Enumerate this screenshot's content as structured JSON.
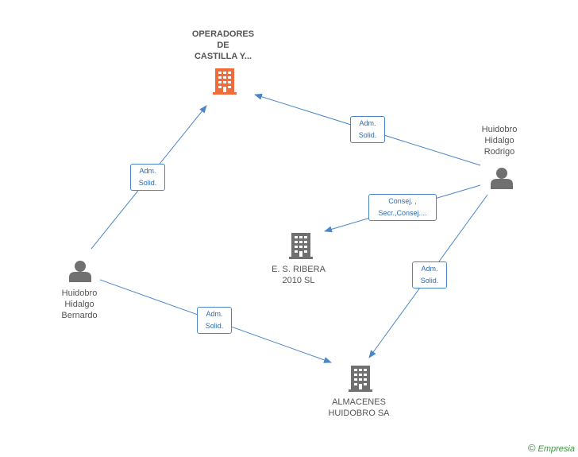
{
  "nodes": {
    "operadores": {
      "label_lines": [
        "OPERADORES",
        "DE",
        "CASTILLA Y..."
      ],
      "color": "#f26b3a"
    },
    "ribera": {
      "label_lines": [
        "E. S. RIBERA",
        "2010 SL"
      ],
      "color": "#707070"
    },
    "almacenes": {
      "label_lines": [
        "ALMACENES",
        "HUIDOBRO SA"
      ],
      "color": "#707070"
    },
    "rodrigo": {
      "label_lines": [
        "Huidobro",
        "Hidalgo",
        "Rodrigo"
      ],
      "color": "#707070"
    },
    "bernardo": {
      "label_lines": [
        "Huidobro",
        "Hidalgo",
        "Bernardo"
      ],
      "color": "#707070"
    }
  },
  "edges": [
    {
      "id": "rodrigo-operadores",
      "label_lines": [
        "Adm.",
        "Solid."
      ]
    },
    {
      "id": "bernardo-operadores",
      "label_lines": [
        "Adm.",
        "Solid."
      ]
    },
    {
      "id": "rodrigo-ribera",
      "label_lines": [
        "Consej. ,",
        "Secr.,Consej...."
      ]
    },
    {
      "id": "rodrigo-almacenes",
      "label_lines": [
        "Adm.",
        "Solid."
      ]
    },
    {
      "id": "bernardo-almacenes",
      "label_lines": [
        "Adm.",
        "Solid."
      ]
    }
  ],
  "edge_color": "#4a86c8",
  "footer": {
    "copyright": "©",
    "brand": "Empresia"
  }
}
